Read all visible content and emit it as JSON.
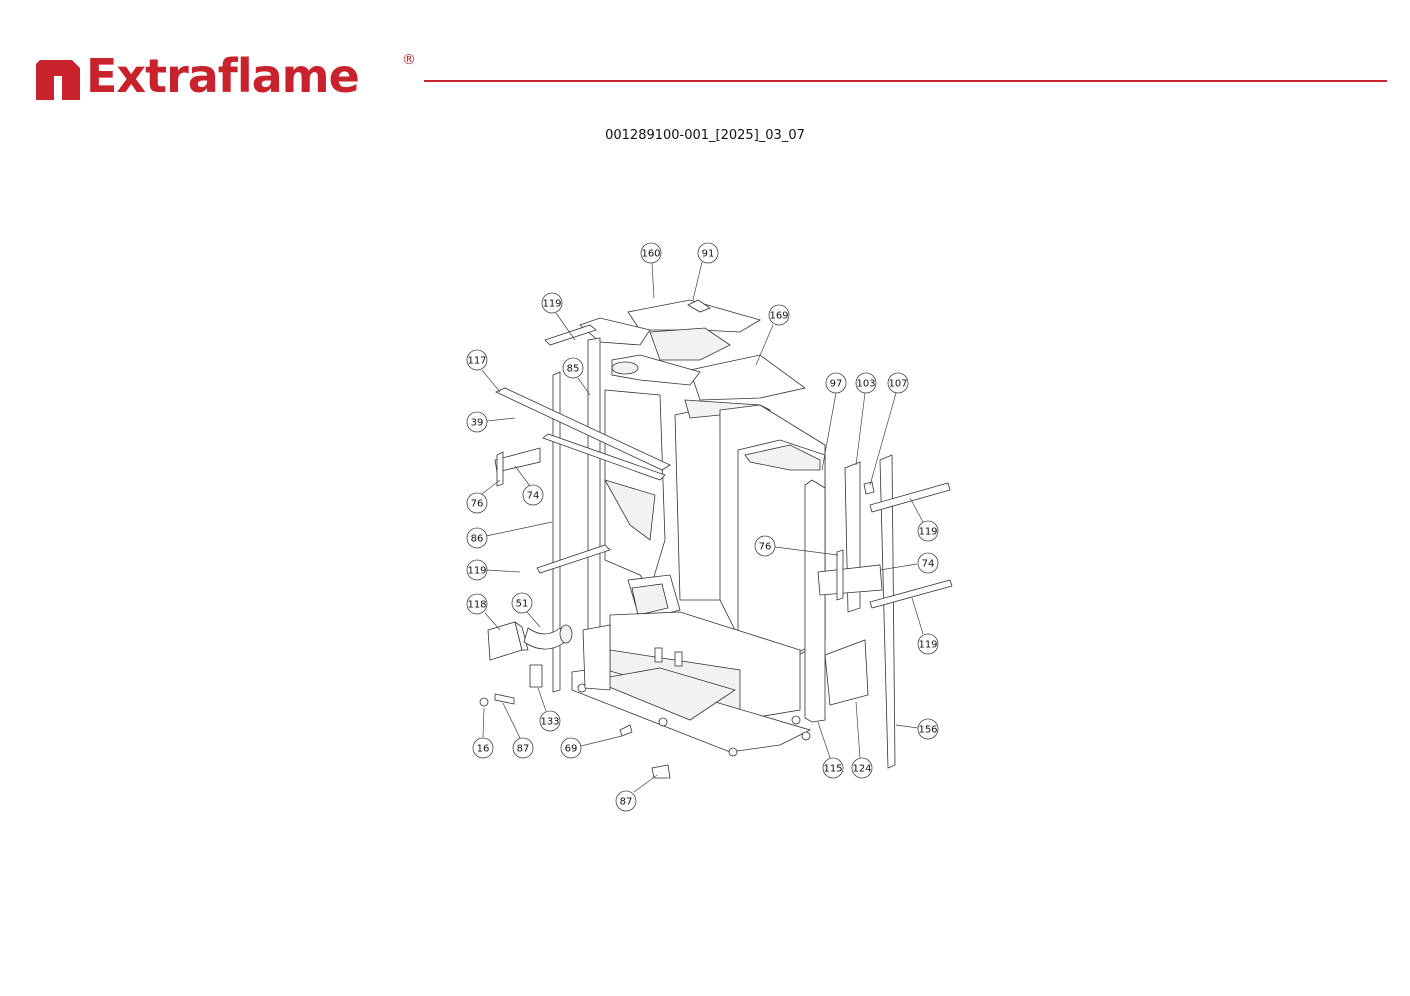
{
  "brand": {
    "name": "Extraflame",
    "registered_mark": "®",
    "color": "#c8232c"
  },
  "document": {
    "code": "001289100-001_[2025]_03_07"
  },
  "diagram": {
    "callouts": [
      {
        "id": "c160",
        "label": "160"
      },
      {
        "id": "c91",
        "label": "91"
      },
      {
        "id": "c119a",
        "label": "119"
      },
      {
        "id": "c169",
        "label": "169"
      },
      {
        "id": "c117",
        "label": "117"
      },
      {
        "id": "c85",
        "label": "85"
      },
      {
        "id": "c97",
        "label": "97"
      },
      {
        "id": "c103",
        "label": "103"
      },
      {
        "id": "c107",
        "label": "107"
      },
      {
        "id": "c39",
        "label": "39"
      },
      {
        "id": "c74a",
        "label": "74"
      },
      {
        "id": "c76a",
        "label": "76"
      },
      {
        "id": "c119b",
        "label": "119"
      },
      {
        "id": "c86",
        "label": "86"
      },
      {
        "id": "c76b",
        "label": "76"
      },
      {
        "id": "c74b",
        "label": "74"
      },
      {
        "id": "c119c",
        "label": "119"
      },
      {
        "id": "c118",
        "label": "118"
      },
      {
        "id": "c51",
        "label": "51"
      },
      {
        "id": "c119d",
        "label": "119"
      },
      {
        "id": "c133",
        "label": "133"
      },
      {
        "id": "c156",
        "label": "156"
      },
      {
        "id": "c16",
        "label": "16"
      },
      {
        "id": "c87a",
        "label": "87"
      },
      {
        "id": "c69",
        "label": "69"
      },
      {
        "id": "c115",
        "label": "115"
      },
      {
        "id": "c124",
        "label": "124"
      },
      {
        "id": "c87b",
        "label": "87"
      }
    ]
  }
}
